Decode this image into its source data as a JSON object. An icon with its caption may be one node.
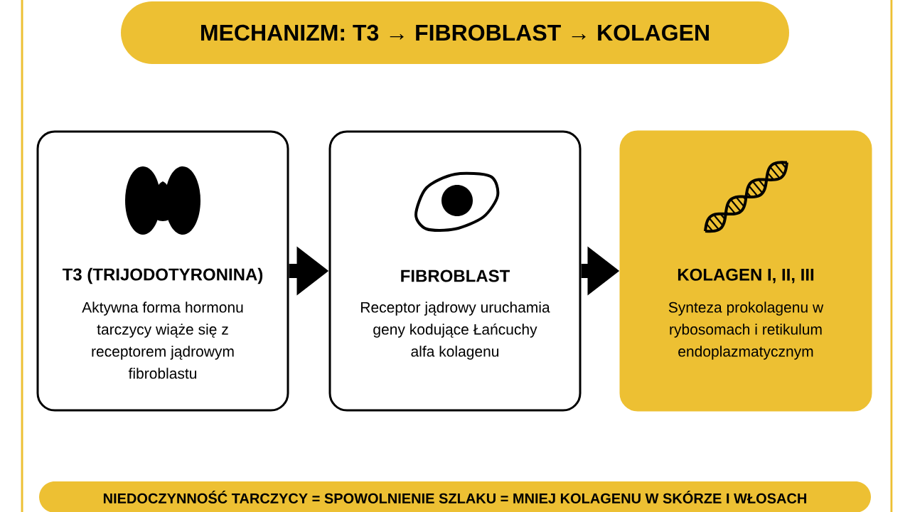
{
  "diagram": {
    "title": "MECHANIZM: T3 → FIBROBLAST → KOLAGEN",
    "nodes": [
      {
        "text": [
          "T3 (TRIJODOTYRONINA)",
          "Aktywna forma hormonu tarczycy wiąże się z receptorem jądrowym fibroblastu"
        ]
      },
      {
        "text": [
          "FIBROBLAST",
          "Receptor jądrowy uruchamia geny kodujące Łańcuchy alfa kolagenu"
        ]
      },
      {
        "text": [
          "KOLAGEN I, II, III",
          "Synteza prokolagenu w rybosomach i retikulum endoplazmatycznym"
        ]
      },
      {
        "text": [
          "NIEDOCZYNNOŚĆ TARCZYCY = SPOWOLNIENIE SZLAKU = MNIEJ KOLAGENU W SKÓRZE I WŁOSACH"
        ]
      }
    ],
    "edges": [
      {
        "from": 0,
        "to": 1,
        "arrow": "to"
      },
      {
        "from": 1,
        "to": 2,
        "arrow": "to"
      }
    ]
  }
}
